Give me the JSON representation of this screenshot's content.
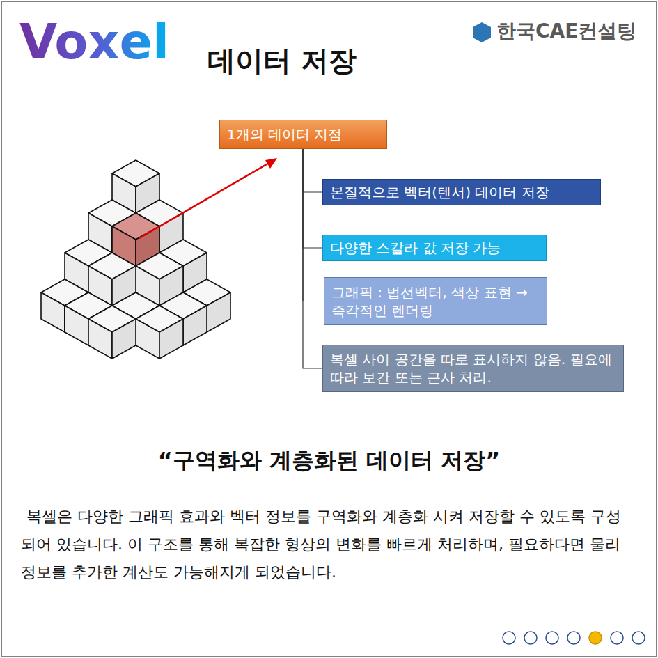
{
  "diagram": {
    "title": "Voxel",
    "caption": "“구역화와 계층화된 데이터 저장”",
    "nodes": [
      {
        "text": [
          "1개의 데이터 지점"
        ]
      },
      {
        "text": [
          "본질적으로 벡터(텐서) 데이터 저장"
        ]
      },
      {
        "text": [
          "다양한 스칼라 값 저장 가능"
        ]
      },
      {
        "text": [
          "그래픽 : 법선벡터, 색상 표현 → 즉각적인 렌더링"
        ]
      },
      {
        "text": [
          "복셀 사이 공간을 따로 표시하지 않음. 필요에 따라 보간 또는 근사 처리."
        ]
      }
    ],
    "edges": [
      {
        "from": 0,
        "to": 1,
        "arrow": "none"
      },
      {
        "from": 0,
        "to": 2,
        "arrow": "none"
      },
      {
        "from": 0,
        "to": 3,
        "arrow": "none"
      },
      {
        "from": 0,
        "to": 4,
        "arrow": "none"
      }
    ],
    "labels": [
      "데이터 저장",
      "한국CAE컨설팅",
      "복셀은 다양한 그래픽 효과와 벡터 정보를 구역화와 계층화 시켜 저장할 수 있도록 구성되어 있습니다. 이 구조를 통해 복잡한 형상의 변화를 빠르게 처리하며, 필요하다면 물리 정보를 추가한 계산도 가능해지게 되었습니다."
    ]
  }
}
